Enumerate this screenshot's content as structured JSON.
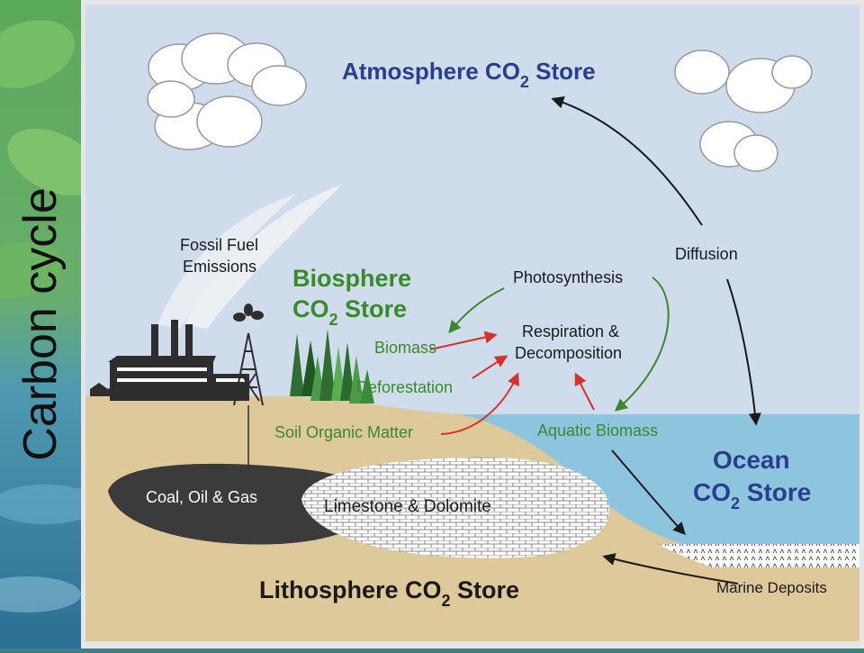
{
  "page_title": "Carbon cycle",
  "diagram": {
    "stores": {
      "atmosphere": {
        "prefix": "Atmosphere CO",
        "sub": "2",
        "suffix": " Store"
      },
      "biosphere_line1": "Biosphere",
      "biosphere_line2": {
        "prefix": "CO",
        "sub": "2",
        "suffix": " Store"
      },
      "ocean_line1": "Ocean",
      "ocean_line2": {
        "prefix": "CO",
        "sub": "2",
        "suffix": " Store"
      },
      "lithosphere": {
        "prefix": "Lithosphere CO",
        "sub": "2",
        "suffix": " Store"
      }
    },
    "processes": {
      "fossil_fuel_line1": "Fossil Fuel",
      "fossil_fuel_line2": "Emissions",
      "photosynthesis": "Photosynthesis",
      "respiration_line1": "Respiration &",
      "respiration_line2": "Decomposition",
      "diffusion": "Diffusion",
      "biomass": "Biomass",
      "deforestation": "Deforestation",
      "soil_organic_matter": "Soil Organic Matter",
      "aquatic_biomass": "Aquatic Biomass",
      "coal_oil_gas": "Coal, Oil & Gas",
      "limestone_dolomite": "Limestone & Dolomite",
      "marine_deposits": "Marine Deposits"
    },
    "colors": {
      "sky": "#cfdcec",
      "ocean": "#8ec5de",
      "land": "#ddc99a",
      "store_label": "#2a3f8c",
      "green_label": "#3a8a2c",
      "black_arrow": "#1a1a1a",
      "red_arrow": "#d8312a",
      "green_arrow": "#3a8a2c"
    }
  }
}
